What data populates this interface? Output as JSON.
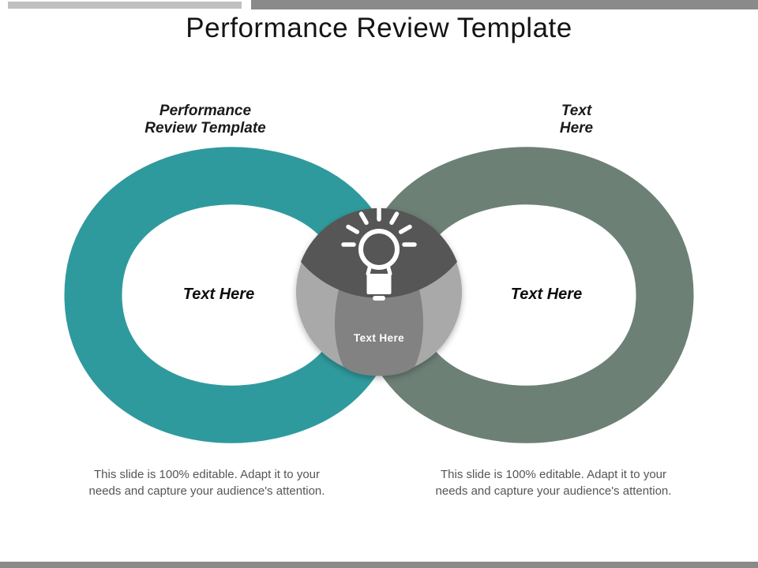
{
  "header": {
    "title": "Performance Review Template",
    "accent_bar_left_color": "#C0C0C0",
    "accent_bar_right_color": "#8A8A8A"
  },
  "footer": {
    "bar_color": "#8A8A8A"
  },
  "diagram": {
    "left_loop": {
      "heading": [
        "Performance",
        "Review Template"
      ],
      "label": "Text Here",
      "color": "#2F9A9D",
      "caption": "This slide is 100% editable. Adapt it to your needs and capture your audience's attention."
    },
    "right_loop": {
      "heading": [
        "Text",
        "Here"
      ],
      "label": "Text Here",
      "color": "#6C8076",
      "caption": "This slide is 100% editable. Adapt it to your needs and capture your audience's attention."
    },
    "center": {
      "label": "Text Here",
      "icon": "lightbulb-icon",
      "icon_color": "#FFFFFF",
      "circle_color": "#A9A9A9",
      "lens_color": "#565656",
      "barrel_color": "#828282"
    }
  }
}
